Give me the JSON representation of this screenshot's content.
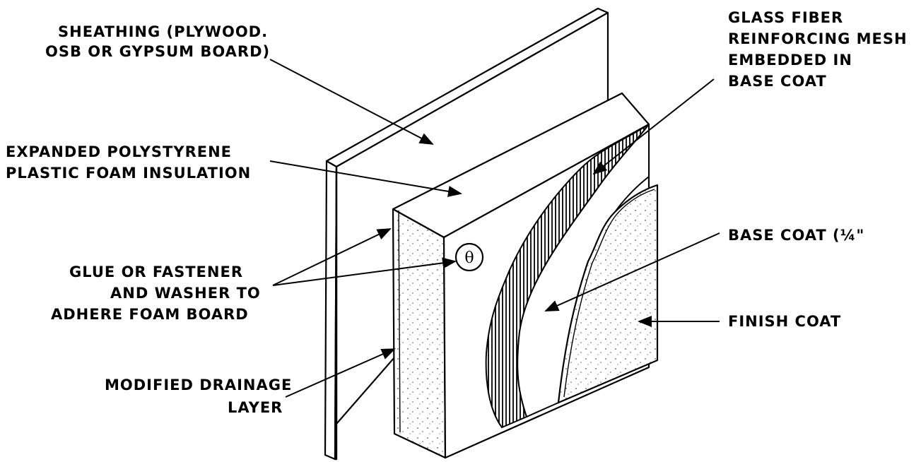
{
  "labels": {
    "sheathing": [
      "SHEATHING (PLYWOOD.",
      "OSB OR GYPSUM BOARD)"
    ],
    "glass_fiber": [
      "GLASS FIBER",
      "REINFORCING MESH",
      "EMBEDDED IN",
      "BASE COAT"
    ],
    "eps": [
      "EXPANDED POLYSTYRENE",
      "PLASTIC FOAM INSULATION"
    ],
    "base_coat": [
      "BASE COAT (¼\""
    ],
    "glue": [
      "GLUE OR FASTENER",
      "AND WASHER TO",
      "ADHERE FOAM BOARD"
    ],
    "finish_coat": [
      "FINISH COAT"
    ],
    "drainage": [
      "MODIFIED DRAINAGE",
      "LAYER"
    ]
  },
  "fastener_symbol": "θ",
  "colors": {
    "ink": "#000000",
    "background": "#ffffff"
  }
}
